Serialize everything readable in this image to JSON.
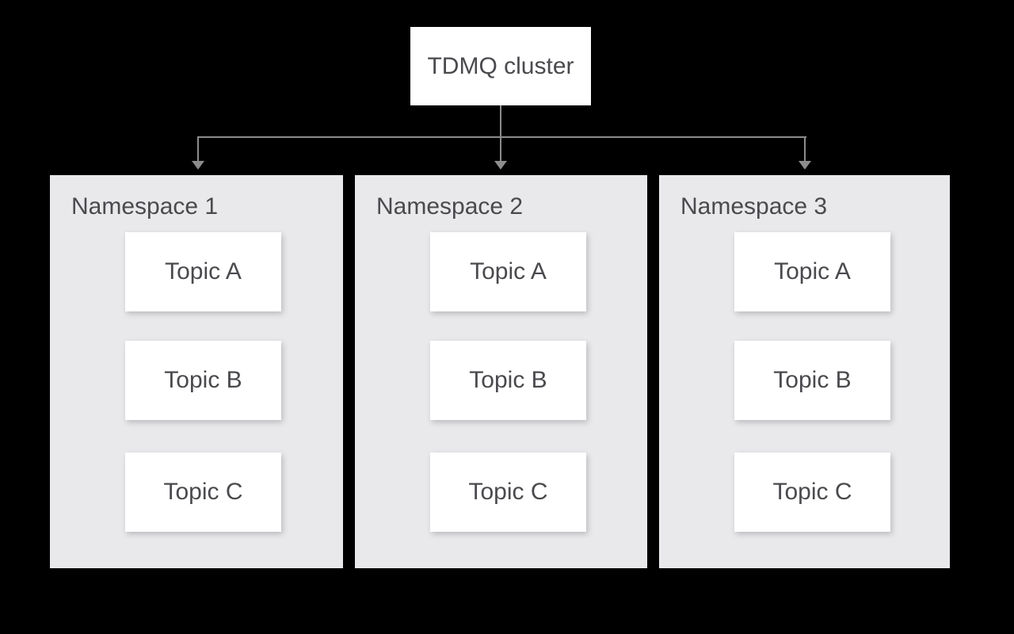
{
  "cluster": {
    "label": "TDMQ cluster"
  },
  "namespaces": [
    {
      "label": "Namespace 1",
      "topics": [
        "Topic A",
        "Topic B",
        "Topic C"
      ]
    },
    {
      "label": "Namespace 2",
      "topics": [
        "Topic A",
        "Topic B",
        "Topic C"
      ]
    },
    {
      "label": "Namespace 3",
      "topics": [
        "Topic A",
        "Topic B",
        "Topic C"
      ]
    }
  ],
  "colors": {
    "background": "#000000",
    "node_fill": "#ffffff",
    "namespace_fill": "#e9e9eb",
    "text": "#4a4a4e",
    "connector": "#8c8c8c"
  }
}
